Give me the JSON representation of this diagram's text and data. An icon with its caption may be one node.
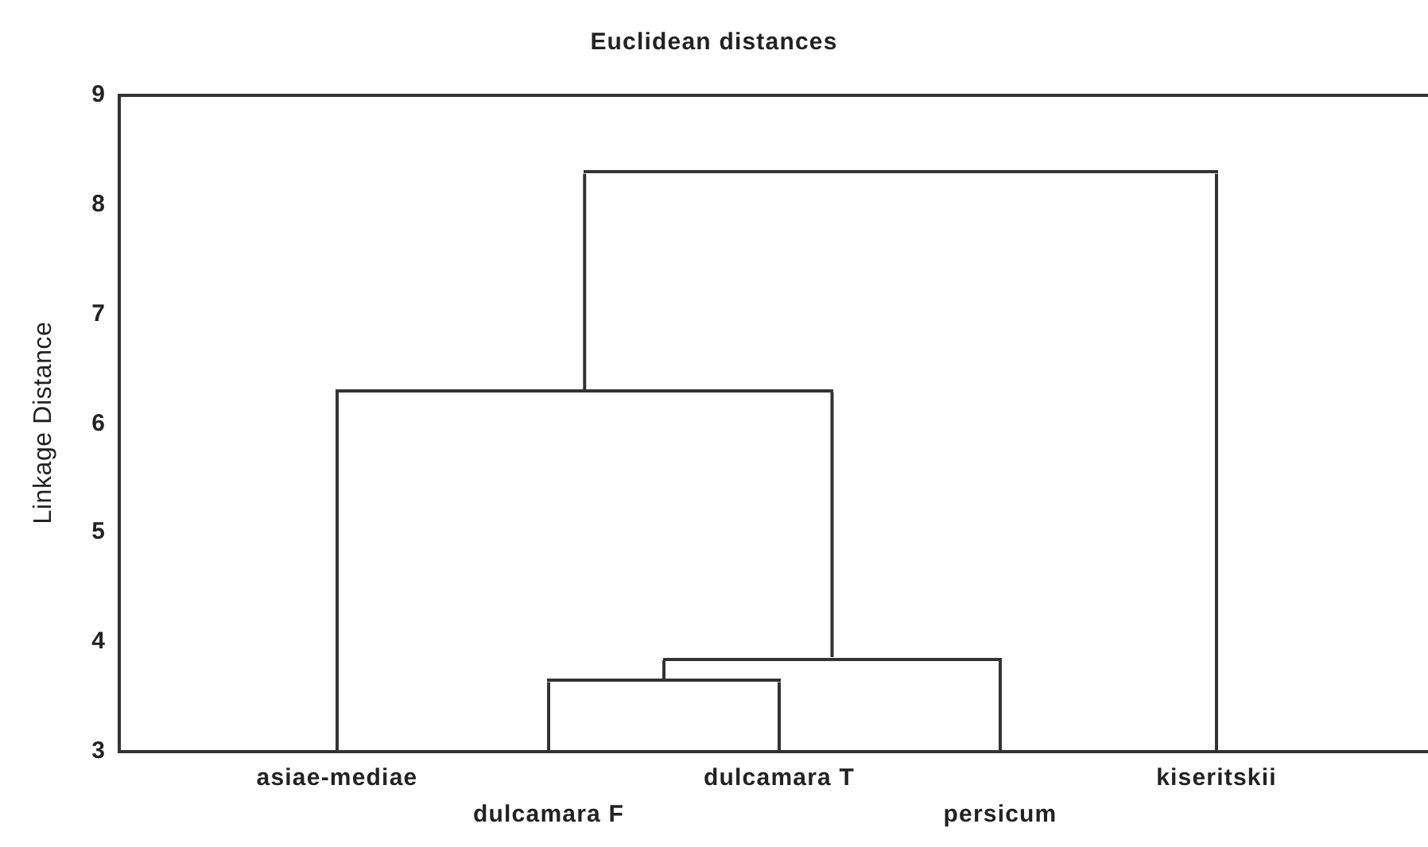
{
  "diagram": {
    "title": "Euclidean distances",
    "nodes": [
      {
        "text": [
          "asiae-mediae"
        ]
      },
      {
        "text": [
          "dulcamara F"
        ]
      },
      {
        "text": [
          "dulcamara T"
        ]
      },
      {
        "text": [
          "persicum"
        ]
      },
      {
        "text": [
          "kiseritskii"
        ]
      },
      {
        "text": [],
        "shape": "bar"
      },
      {
        "text": [],
        "shape": "bar"
      },
      {
        "text": [],
        "shape": "bar"
      },
      {
        "text": [],
        "shape": "bar"
      }
    ],
    "edges": [
      {
        "from": 5,
        "to": 6,
        "arrow": "none"
      },
      {
        "from": 5,
        "to": 4,
        "arrow": "none"
      },
      {
        "from": 6,
        "to": 0,
        "arrow": "none"
      },
      {
        "from": 6,
        "to": 7,
        "arrow": "none"
      },
      {
        "from": 7,
        "to": 8,
        "arrow": "none"
      },
      {
        "from": 7,
        "to": 3,
        "arrow": "none"
      },
      {
        "from": 8,
        "to": 1,
        "arrow": "none"
      },
      {
        "from": 8,
        "to": 2,
        "arrow": "none"
      }
    ],
    "labels": [
      "Linkage Distance",
      "9",
      "8",
      "7",
      "6",
      "5",
      "4",
      "3"
    ]
  }
}
